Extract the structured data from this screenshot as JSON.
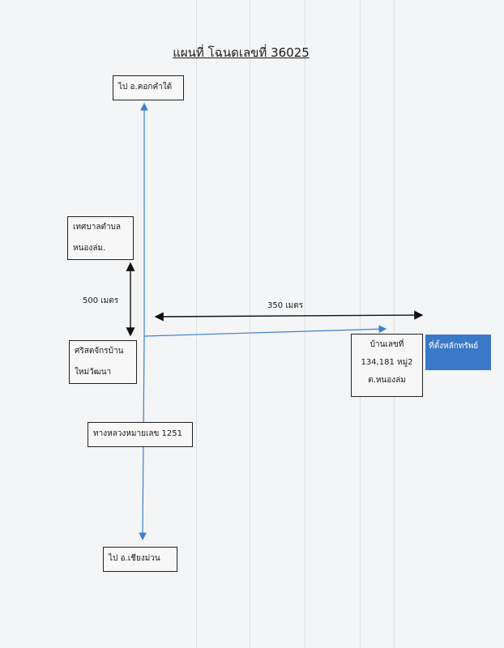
{
  "title": "แผนที่ โฉนดเลขที่ 36025",
  "boxes": {
    "north_dest": "ไป อ.คอกคำใต้",
    "municipality_line1": "เทศบาลตำบล",
    "municipality_line2": "หนองล่ม.",
    "church_line1": "ศริสตจักรบ้าน",
    "church_line2": "ใหม่วัฒนา",
    "highway": "ทางหลวงหมายเลข 1251",
    "south_dest": "ไป อ.เชียงม่วน",
    "house_line1": "บ้านเลขที่",
    "house_line2": "134,181 หมู่2",
    "house_line3": "ต.หนองล่ม"
  },
  "distances": {
    "vertical": "500 เมตร",
    "horizontal": "350 เมตร"
  },
  "asset_label": "ที่ตั้งหลักทรัพย์",
  "colors": {
    "road_line": "#3f7fd0",
    "asset_box": "#3a78c8"
  }
}
